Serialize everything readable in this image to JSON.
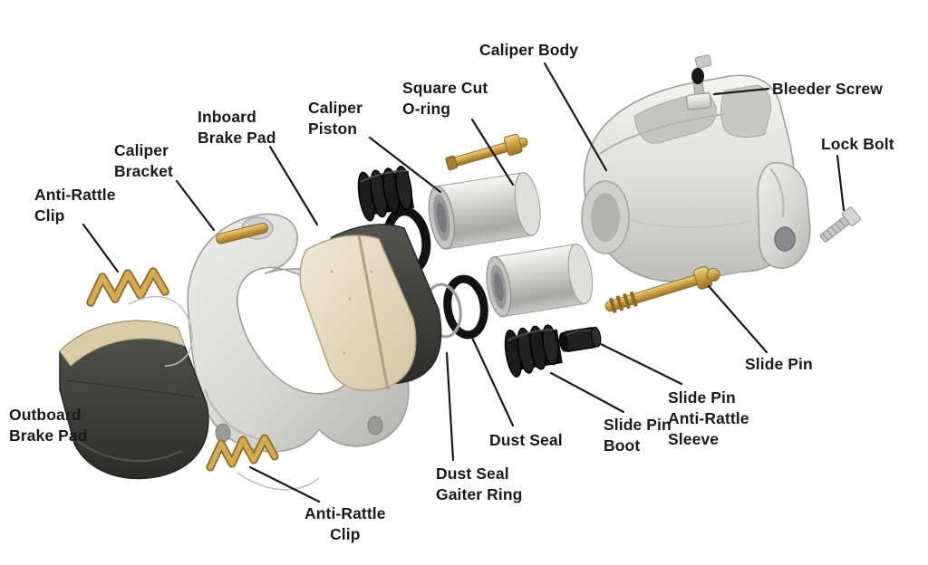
{
  "diagram": {
    "subject": "disc-brake-caliper-exploded-view",
    "colors": {
      "metal": "#d9d9d5",
      "gold": "#c89d3f",
      "rubber": "#1b1b1b",
      "friction_pad": "#e6dcc4",
      "dark_pad": "#3e3e3c",
      "label_text": "#1a1a1a",
      "leader_line": "#1a1a1a",
      "background": "#ffffff"
    },
    "labels": {
      "caliper_body": "Caliper Body",
      "bleeder_screw": "Bleeder Screw",
      "lock_bolt": "Lock Bolt",
      "square_cut_oring": "Square Cut\nO-ring",
      "caliper_piston": "Caliper\nPiston",
      "inboard_brake_pad": "Inboard\nBrake Pad",
      "caliper_bracket": "Caliper\nBracket",
      "anti_rattle_clip_left": "Anti-Rattle\nClip",
      "outboard_brake_pad": "Outboard\nBrake Pad",
      "anti_rattle_clip_bottom": "Anti-Rattle\nClip",
      "dust_seal_gaiter_ring": "Dust Seal\nGaiter Ring",
      "dust_seal": "Dust Seal",
      "slide_pin_boot": "Slide Pin\nBoot",
      "slide_pin_anti_rattle_sleeve": "Slide Pin\nAnti-Rattle\nSleeve",
      "slide_pin": "Slide Pin"
    }
  }
}
